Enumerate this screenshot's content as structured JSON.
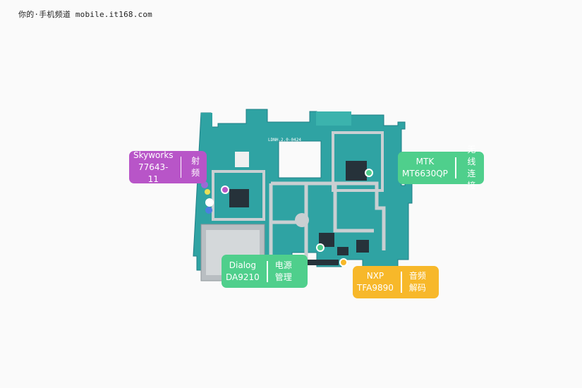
{
  "watermark": "你的·手机频道 mobile.it168.com",
  "colors": {
    "background": "#fafafa",
    "pcb": "#2fa3a3",
    "pcb_dark": "#1f7f86",
    "shield": "#c9cfd2",
    "purple": "#b855c8",
    "green": "#4fcf8c",
    "orange": "#f7b82a"
  },
  "labels": [
    {
      "chip_line1": "Skyworks",
      "chip_line2": "77643-11",
      "func_line1": "射频",
      "func_line2": "",
      "color": "purple"
    },
    {
      "chip_line1": "MTK",
      "chip_line2": "MT6630QP",
      "func_line1": "无线",
      "func_line2": "连接",
      "color": "green"
    },
    {
      "chip_line1": "Dialog",
      "chip_line2": "DA9210",
      "func_line1": "电源",
      "func_line2": "管理",
      "color": "green"
    },
    {
      "chip_line1": "NXP",
      "chip_line2": "TFA9890",
      "func_line1": "音频",
      "func_line2": "解码",
      "color": "orange"
    }
  ],
  "board_silkscreen": "LDNH.2.0-0424"
}
